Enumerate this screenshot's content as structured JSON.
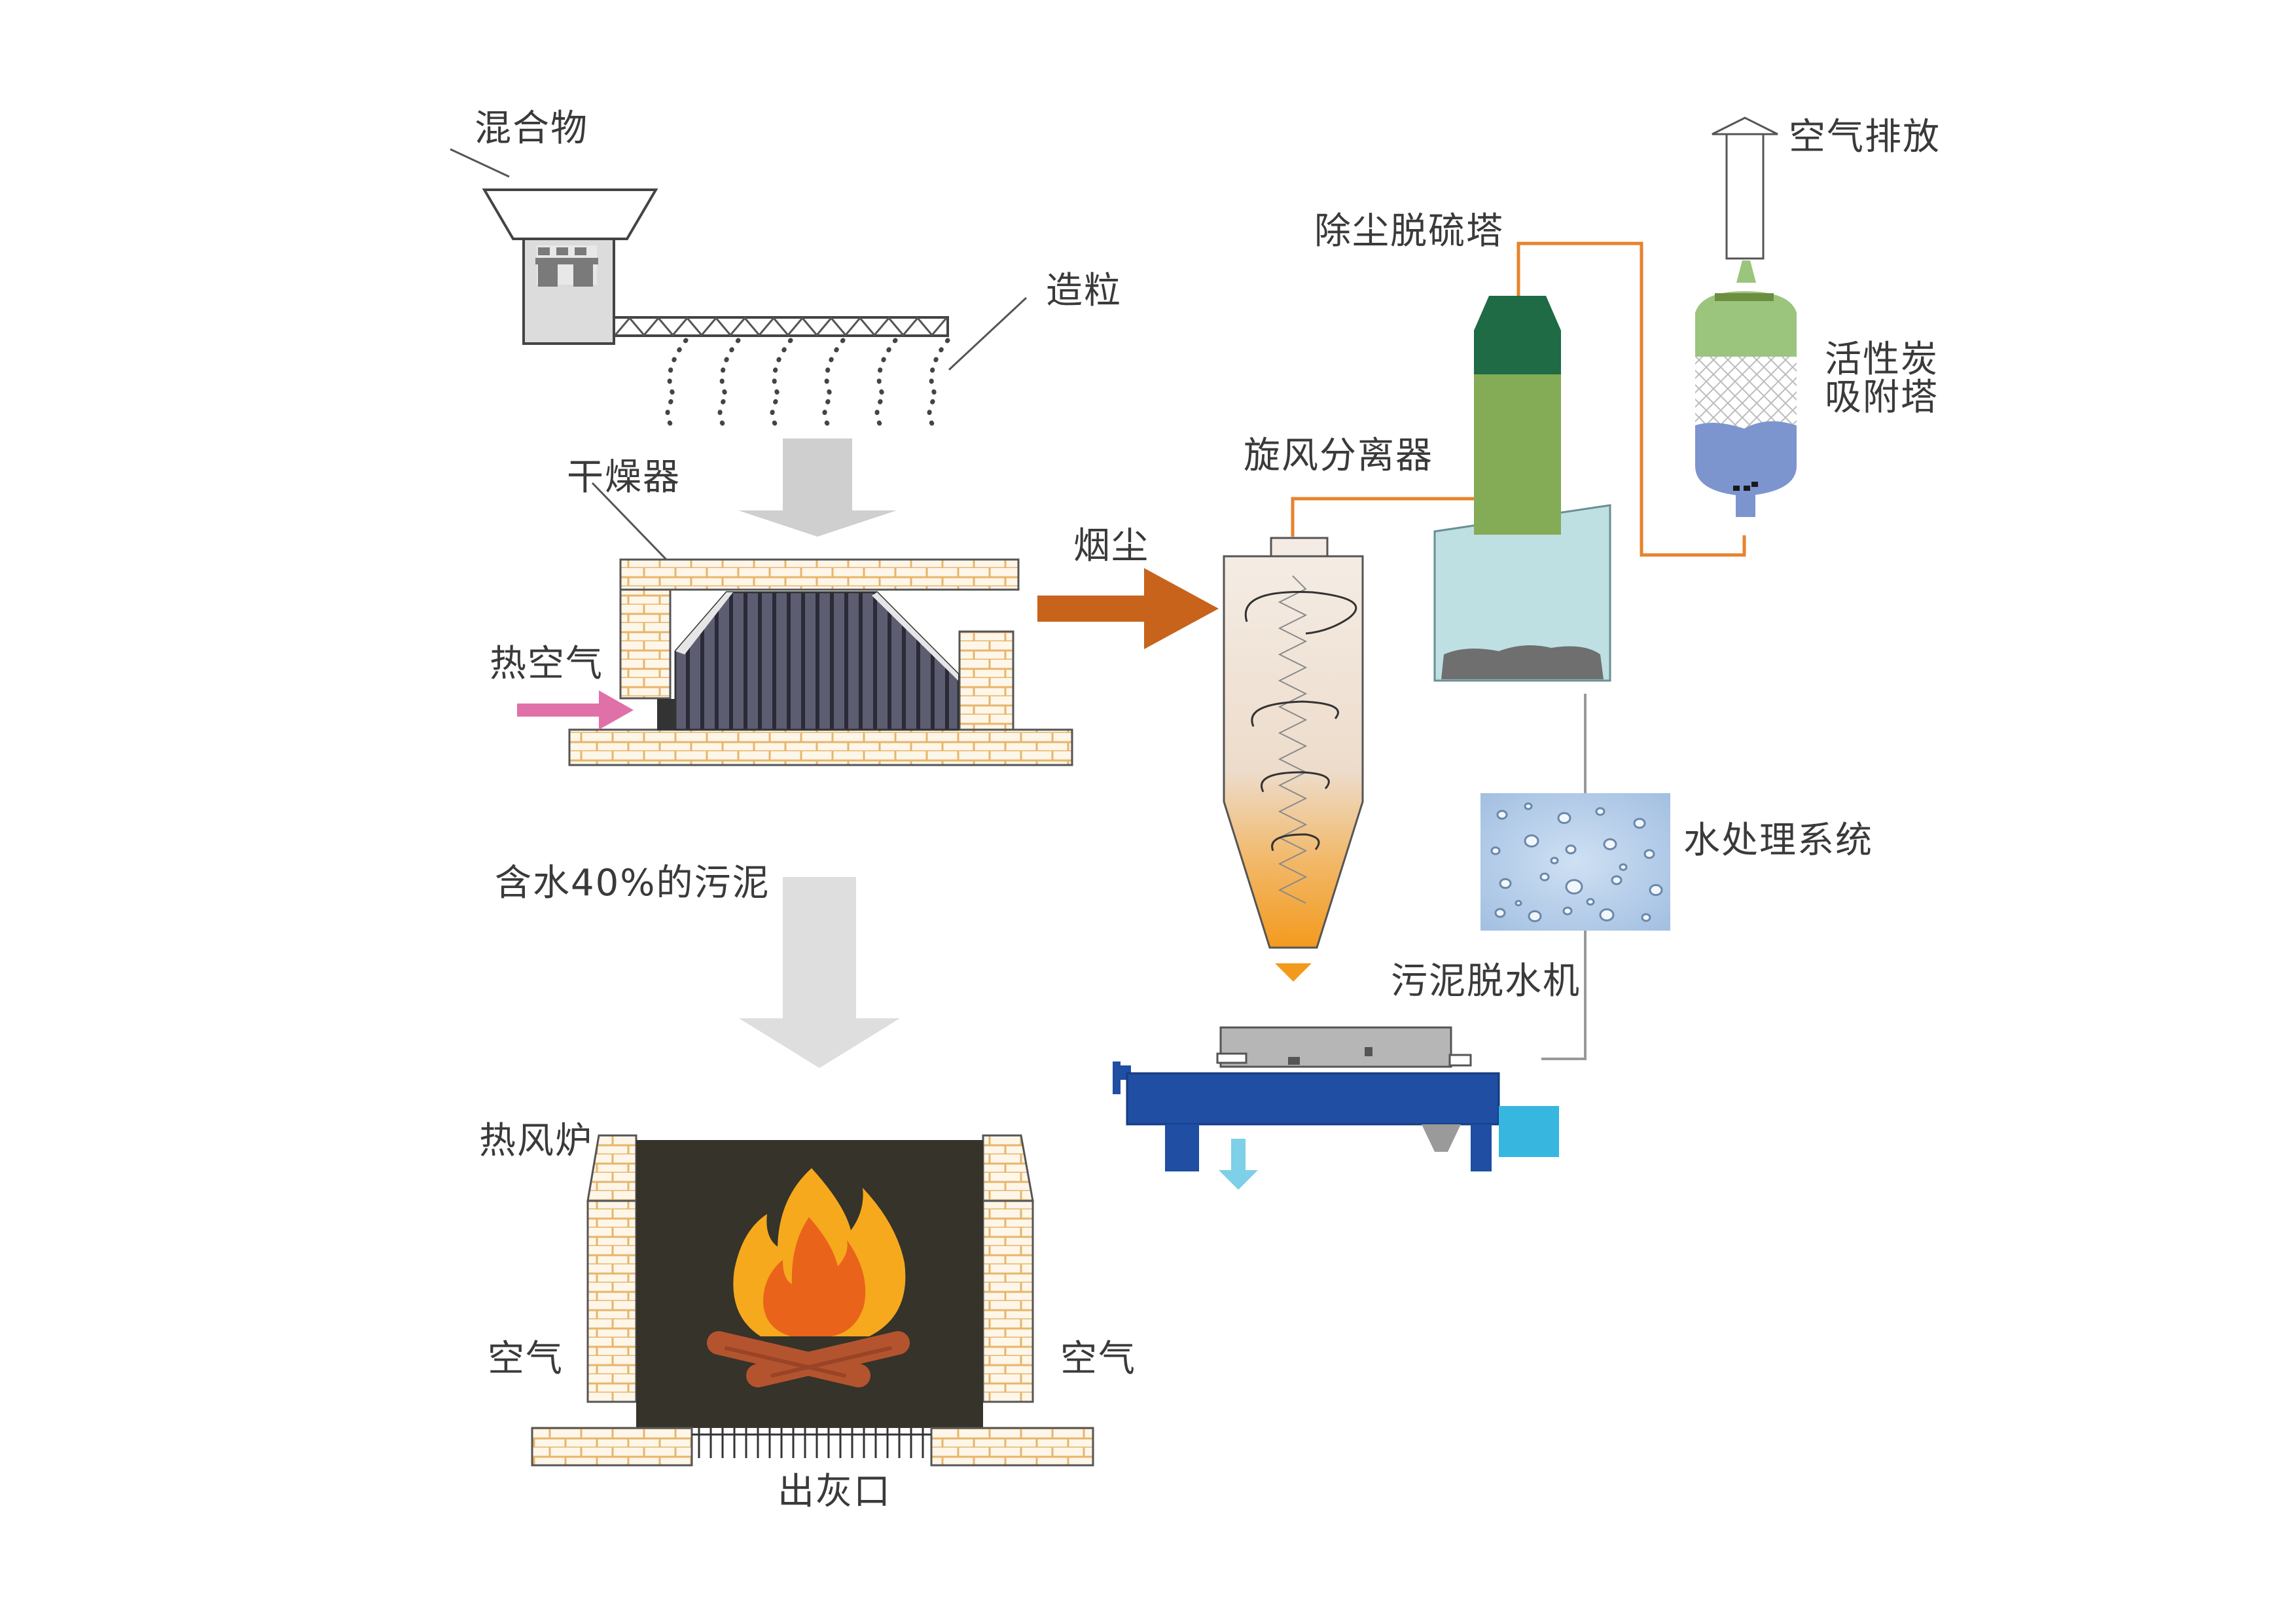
{
  "labels": {
    "mixture": "混合物",
    "granulation": "造粒",
    "dryer": "干燥器",
    "hot_air": "热空气",
    "flue_dust": "烟尘",
    "cyclone": "旋风分离器",
    "dust_tower": "除尘脱硫塔",
    "air_exhaust": "空气排放",
    "carbon_tower_line1": "活性炭",
    "carbon_tower_line2": "吸附塔",
    "water_treatment": "水处理系统",
    "dewatering": "污泥脱水机",
    "sludge": "含水40%的污泥",
    "hot_stove": "热风炉",
    "air_left": "空气",
    "air_right": "空气",
    "ash_outlet": "出灰口"
  },
  "colors": {
    "pipe_orange": "#e8822c",
    "brick_fill": "#fdf6e9",
    "brick_line": "#e7b56a",
    "dust_arrow": "#c8631c",
    "hot_air_arrow": "#e070a8",
    "gray_arrow": "#cfcfcf",
    "tower_dark_green": "#1e6b45",
    "tower_green": "#84ab56",
    "tank_cyan": "#bfe0e3",
    "carbon_green": "#9bc47c",
    "carbon_blue": "#7c95cf",
    "centrifuge_blue": "#1f4ea3",
    "motor_cyan": "#37b6e0",
    "furnace_dark": "#35332a",
    "flame_yellow": "#f6a91d",
    "flame_orange": "#e9631b",
    "log_brown": "#b4542e"
  }
}
